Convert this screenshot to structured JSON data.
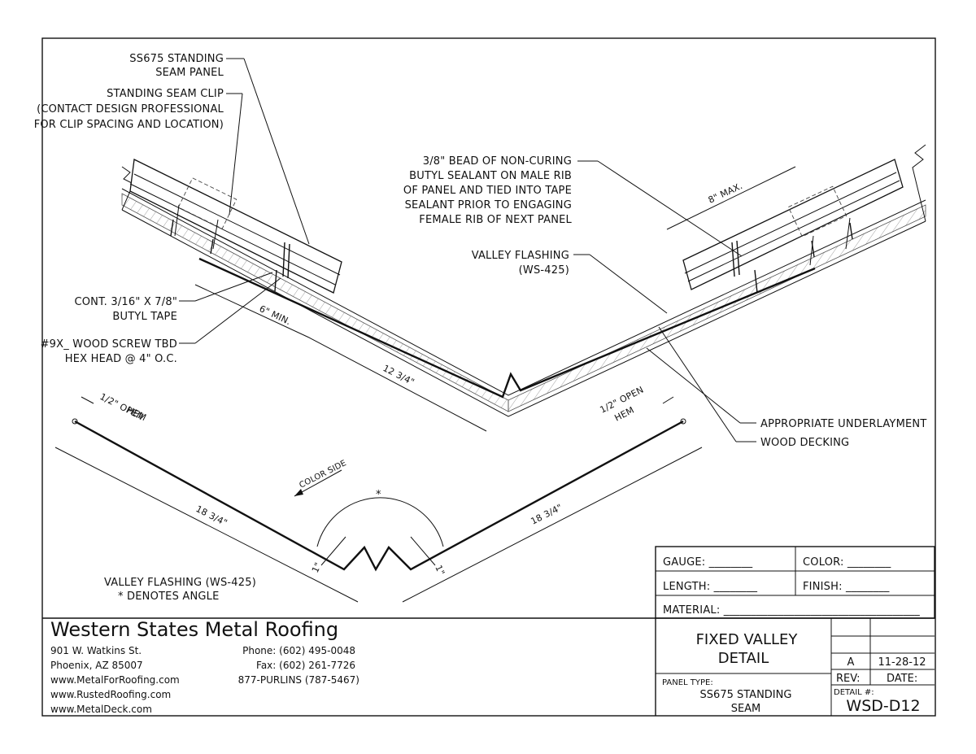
{
  "labels": {
    "panel_1": "SS675 STANDING",
    "panel_2": "SEAM PANEL",
    "clip_1": "STANDING SEAM CLIP",
    "clip_2": "(CONTACT DESIGN PROFESSIONAL",
    "clip_3": "FOR CLIP SPACING AND LOCATION)",
    "bead_1": "3/8\" BEAD OF NON-CURING",
    "bead_2": "BUTYL SEALANT ON MALE RIB",
    "bead_3": "OF PANEL AND TIED INTO TAPE",
    "bead_4": "SEALANT PRIOR TO ENGAGING",
    "bead_5": "FEMALE RIB OF NEXT PANEL",
    "vf_1": "VALLEY FLASHING",
    "vf_2": "(WS-425)",
    "tape_1": "CONT. 3/16\" X 7/8\"",
    "tape_2": "BUTYL TAPE",
    "screw_1": "#9X_ WOOD SCREW TBD",
    "screw_2": "HEX HEAD @ 4\" O.C.",
    "underlayment": "APPROPRIATE UNDERLAYMENT",
    "decking": "WOOD DECKING",
    "flashing_caption_1": "VALLEY FLASHING (WS-425)",
    "flashing_caption_2": "* DENOTES ANGLE"
  },
  "dimensions": {
    "min6": "6\" MIN.",
    "max8": "8\" MAX.",
    "len_1234": "12 3/4\"",
    "hem_left_1": "1/2\" OPEN",
    "hem_left_2": "HEM",
    "hem_right_1": "1/2\" OPEN",
    "hem_right_2": "HEM",
    "len_left": "18 3/4\"",
    "len_right": "18 3/4\"",
    "leg_left": "1\"",
    "leg_right": "1\"",
    "angle_mark": "*",
    "color_side": "COLOR SIDE"
  },
  "spec_fields": {
    "gauge": "GAUGE: ________",
    "color": "COLOR: ________",
    "length": "LENGTH: ________",
    "finish": "FINISH: ________",
    "material": "MATERIAL: ____________________________________"
  },
  "title_block": {
    "company": "Western States Metal Roofing",
    "address_1": "901 W. Watkins St.",
    "address_2": "Phoenix, AZ 85007",
    "web_1": "www.MetalForRoofing.com",
    "web_2": "www.RustedRoofing.com",
    "web_3": "www.MetalDeck.com",
    "phone": "Phone: (602) 495-0048",
    "fax": "Fax: (602) 261-7726",
    "toll": "877-PURLINS (787-5467)",
    "detail_title_1": "FIXED VALLEY",
    "detail_title_2": "DETAIL",
    "panel_type_label": "PANEL TYPE:",
    "panel_type_1": "SS675 STANDING",
    "panel_type_2": "SEAM",
    "rev_value": "A",
    "date_value": "11-28-12",
    "rev_label": "REV:",
    "date_label": "DATE:",
    "detail_num_label": "DETAIL #:",
    "detail_num": "WSD-D12"
  }
}
